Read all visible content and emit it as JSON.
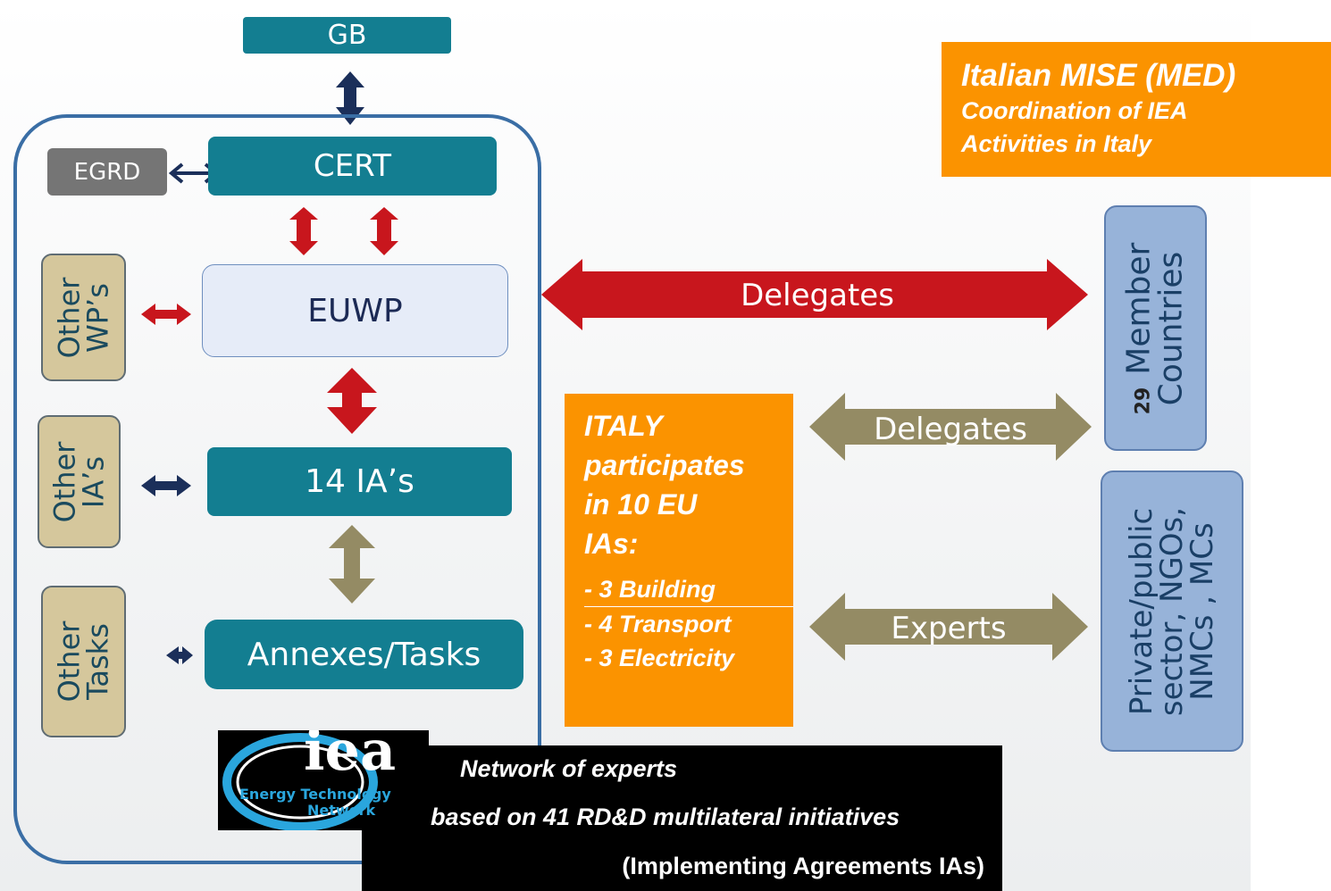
{
  "nodes": {
    "gb": "GB",
    "cert": "CERT",
    "egrd": "EGRD",
    "euwp": "EUWP",
    "ias": "14 IA’s",
    "annexes": "Annexes/Tasks",
    "other_wps": [
      "Other",
      "WP’s"
    ],
    "other_ias": [
      "Other",
      "IA’s"
    ],
    "other_tasks": [
      "Other",
      "Tasks"
    ],
    "members_number": "29",
    "members_text": [
      "Member",
      "Countries"
    ],
    "private": [
      "Private/public",
      "sector, NGOs,",
      "NMCs , MCs"
    ]
  },
  "arrows": {
    "delegates_top": "Delegates",
    "delegates_mid": "Delegates",
    "experts": "Experts"
  },
  "mise": {
    "title": "Italian MISE (MED)",
    "line1": "Coordination of IEA",
    "line2": "Activities  in Italy"
  },
  "italy": {
    "line1": "ITALY",
    "line2": "participates",
    "line3": "in 10 EU",
    "line4": "IAs:",
    "item1": "- 3 Building",
    "item2": "- 4 Transport",
    "item3": "- 3  Electricity"
  },
  "logo": {
    "word": "iea",
    "sub1": "Energy Technology",
    "sub2": "Network"
  },
  "network": {
    "line1": "Network of experts",
    "line2": "based on 41 RD&D multilateral initiatives",
    "line3": "(Implementing Agreements IAs)"
  },
  "colors": {
    "teal": "#137e91",
    "red_arrow": "#c8161d",
    "olive_arrow": "#948b64",
    "navy_arrow": "#1b2f5a",
    "orange": "#fb9300",
    "tan": "#d5c79c",
    "light_blue": "#97b3d9"
  }
}
